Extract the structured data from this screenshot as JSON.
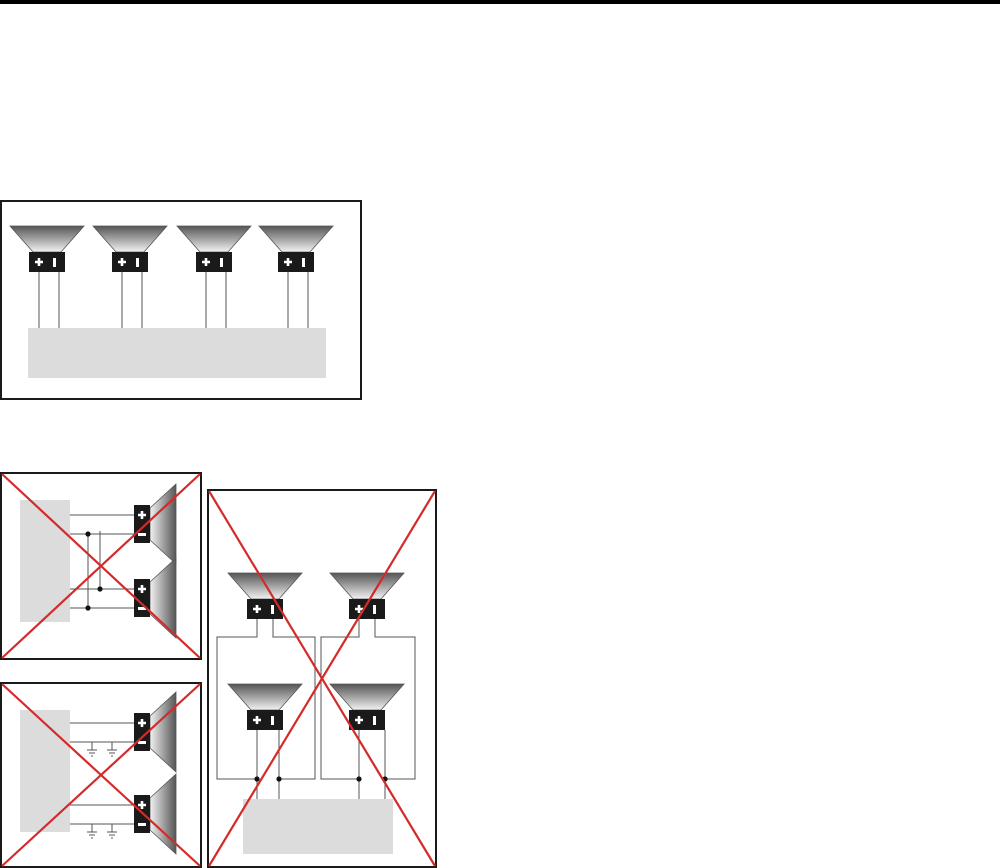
{
  "colors": {
    "frame": "#1a1a1a",
    "wire": "#555555",
    "terminal_block": "#1a1a1a",
    "terminal_sign": "#ffffff",
    "amplifier_box": "#dcdcdc",
    "cone_dark": "#555555",
    "cone_light": "#f2f2f2",
    "cross": "#d42a2a",
    "junction": "#111111"
  },
  "diagrams": [
    {
      "id": "correct-individual-wiring",
      "speakers": 4,
      "crossed_out": false
    },
    {
      "id": "wrong-parallel-wiring",
      "speakers": 2,
      "crossed_out": true
    },
    {
      "id": "wrong-grounded-negative-wiring",
      "speakers": 2,
      "crossed_out": true
    },
    {
      "id": "wrong-series-parallel-wiring",
      "speakers": 4,
      "crossed_out": true
    }
  ],
  "terminals": {
    "positive": "+",
    "negative": "-"
  }
}
